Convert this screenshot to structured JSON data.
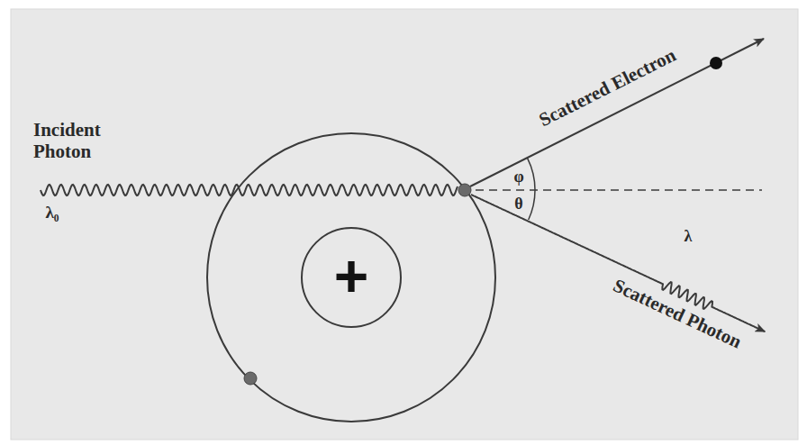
{
  "diagram": {
    "labels": [
      "Incident Photon",
      "λ₀",
      "Scattered Electron",
      "φ",
      "θ",
      "λ",
      "Scattered Photon",
      "+"
    ]
  }
}
